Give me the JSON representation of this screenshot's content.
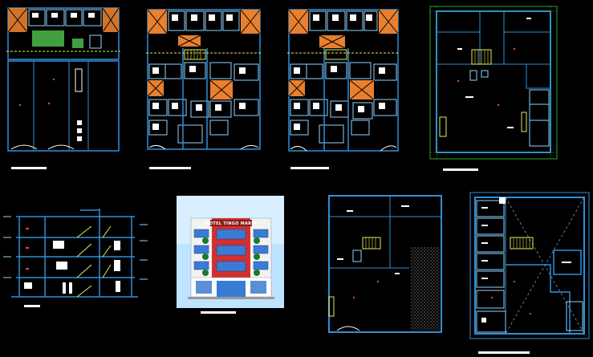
{
  "drawing": {
    "background": "#000000",
    "line_colors": {
      "wall": "#2f8fd8",
      "wall_light": "#8fd3ff",
      "furniture": "#ffffff",
      "stair": "#e8e860",
      "door": "#ff4040",
      "structure": "#e88030",
      "green": "#40c040",
      "axis": "#30a030"
    }
  },
  "panels": [
    {
      "id": "plan-ground-floor",
      "kind": "floor-plan"
    },
    {
      "id": "plan-typical-floor-a",
      "kind": "floor-plan"
    },
    {
      "id": "plan-typical-floor-b",
      "kind": "floor-plan"
    },
    {
      "id": "plan-basement",
      "kind": "floor-plan"
    },
    {
      "id": "section",
      "kind": "section"
    },
    {
      "id": "front-elevation",
      "kind": "elevation",
      "sign_text": "HOTEL TINGO MARIA"
    },
    {
      "id": "plan-lot-parking",
      "kind": "floor-plan"
    },
    {
      "id": "plan-roof",
      "kind": "floor-plan"
    }
  ],
  "elevation": {
    "sign_text": "HOTEL TINGO MARIA",
    "colors": {
      "sky": "#bfe4ff",
      "facade": "#f2f2f2",
      "accent": "#d03030",
      "glass": "#3a7bd5"
    }
  }
}
